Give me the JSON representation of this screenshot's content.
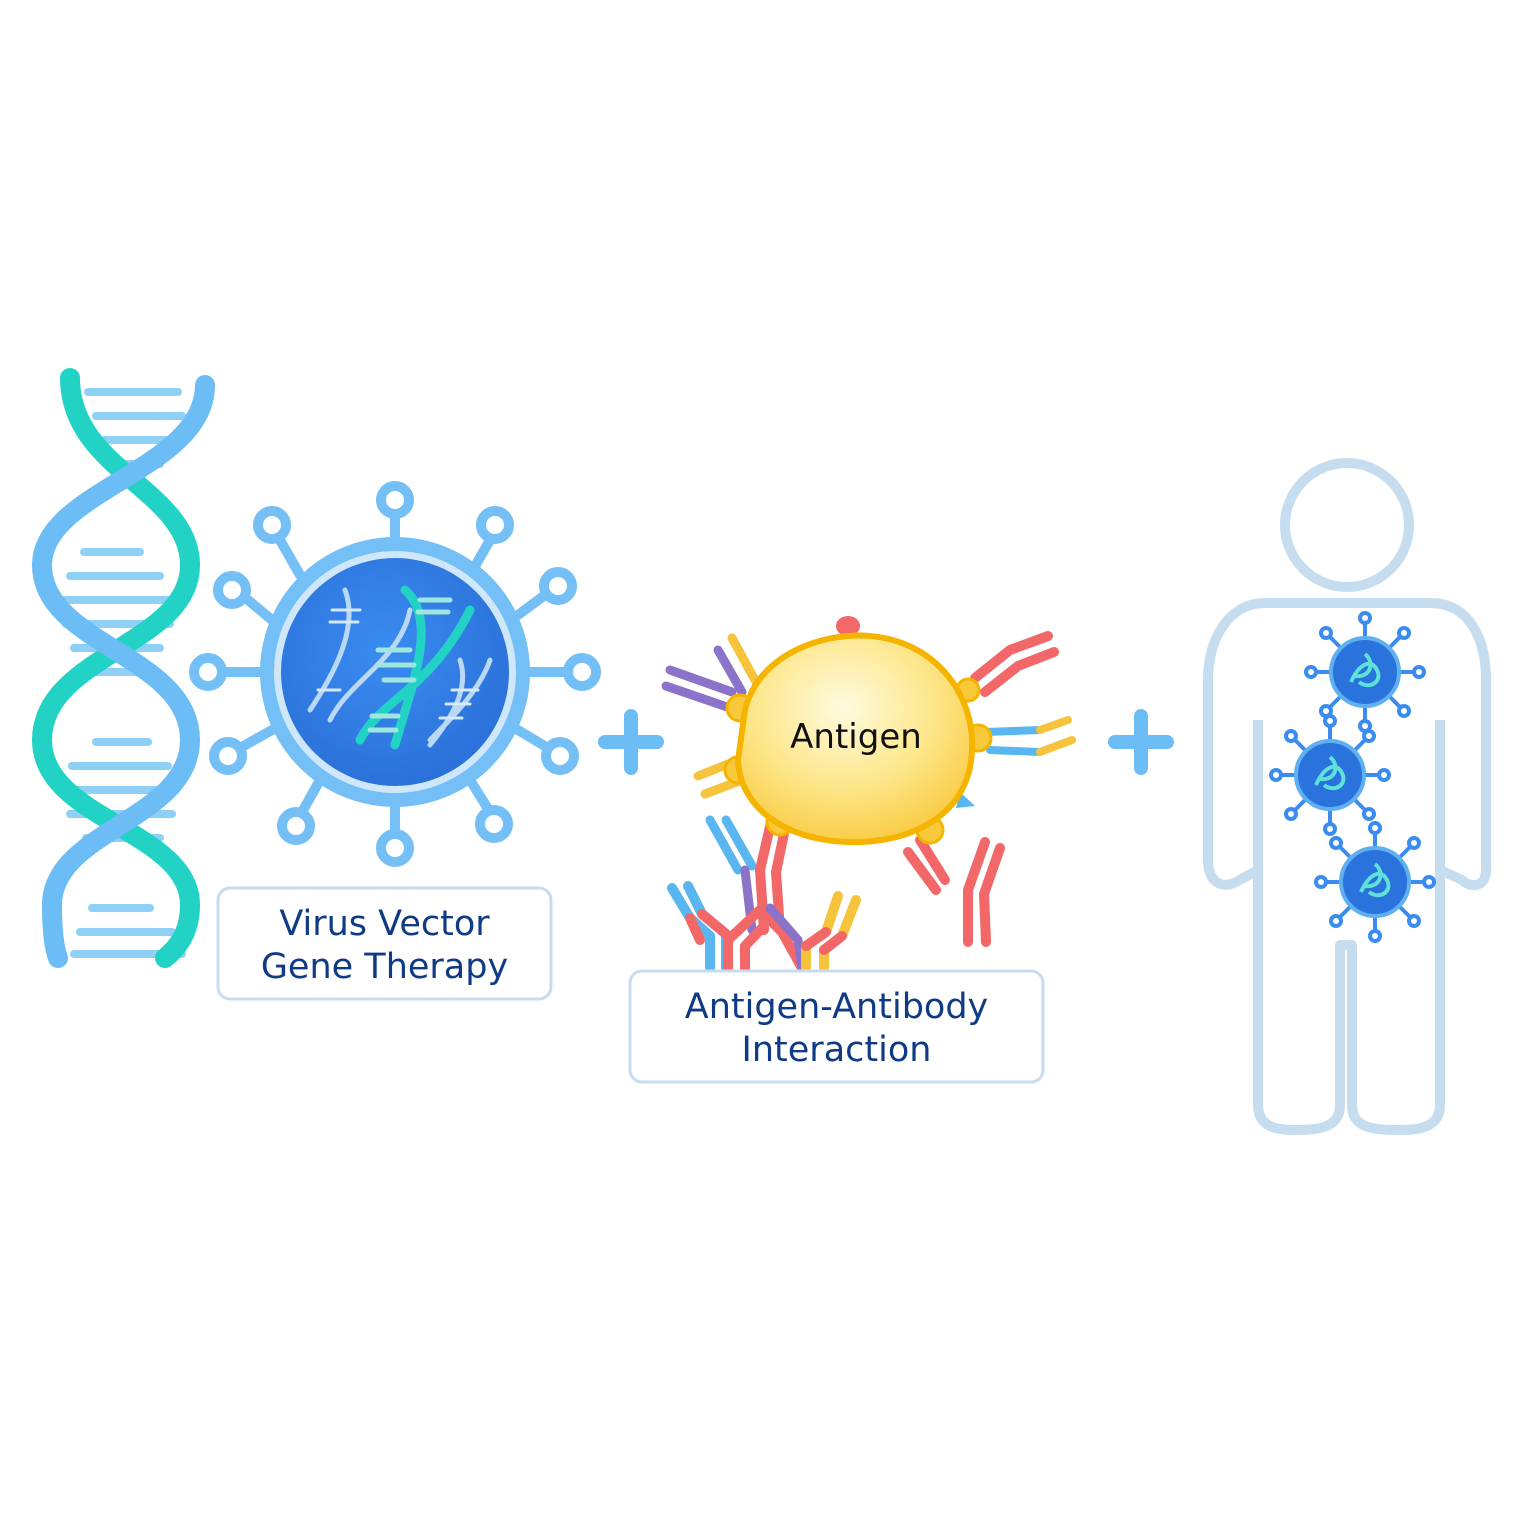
{
  "labels": {
    "virus_line1": "Virus Vector",
    "virus_line2": "Gene Therapy",
    "antigen": "Antigen",
    "interaction_line1": "Antigen-Antibody",
    "interaction_line2": "Interaction"
  },
  "colors": {
    "dna_teal": "#22d3c5",
    "dna_blue": "#6cbcf5",
    "virus_core": "#2f7fe6",
    "virus_ring": "#74bff5",
    "plus": "#6cbcf5",
    "antigen_fill": "#fde68a",
    "antigen_stroke": "#f5b400",
    "antibody_red": "#f26767",
    "antibody_blue": "#5ab6f0",
    "antibody_purple": "#8a73c9",
    "antibody_yellow": "#f5c43c",
    "body_outline": "#c6dcef",
    "label_text": "#0f3a86",
    "label_border": "#c9dcef"
  },
  "icons": [
    "dna-helix-icon",
    "virus-vector-icon",
    "plus-icon",
    "antigen-cell-icon",
    "antibody-icon",
    "human-body-icon",
    "virus-particle-icon"
  ]
}
